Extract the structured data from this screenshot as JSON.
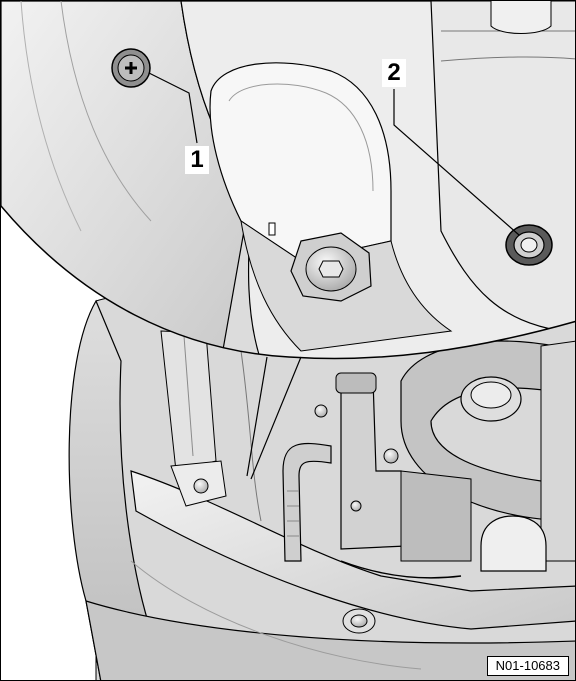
{
  "callouts": {
    "item_1": "1",
    "item_2": "2"
  },
  "figure_ref": "N01-10683",
  "colors": {
    "outline": "#000000",
    "surface_light": "#e6e6e6",
    "surface_mid": "#cfcfcf",
    "surface_dark": "#9a9a9a",
    "background": "#ffffff"
  }
}
